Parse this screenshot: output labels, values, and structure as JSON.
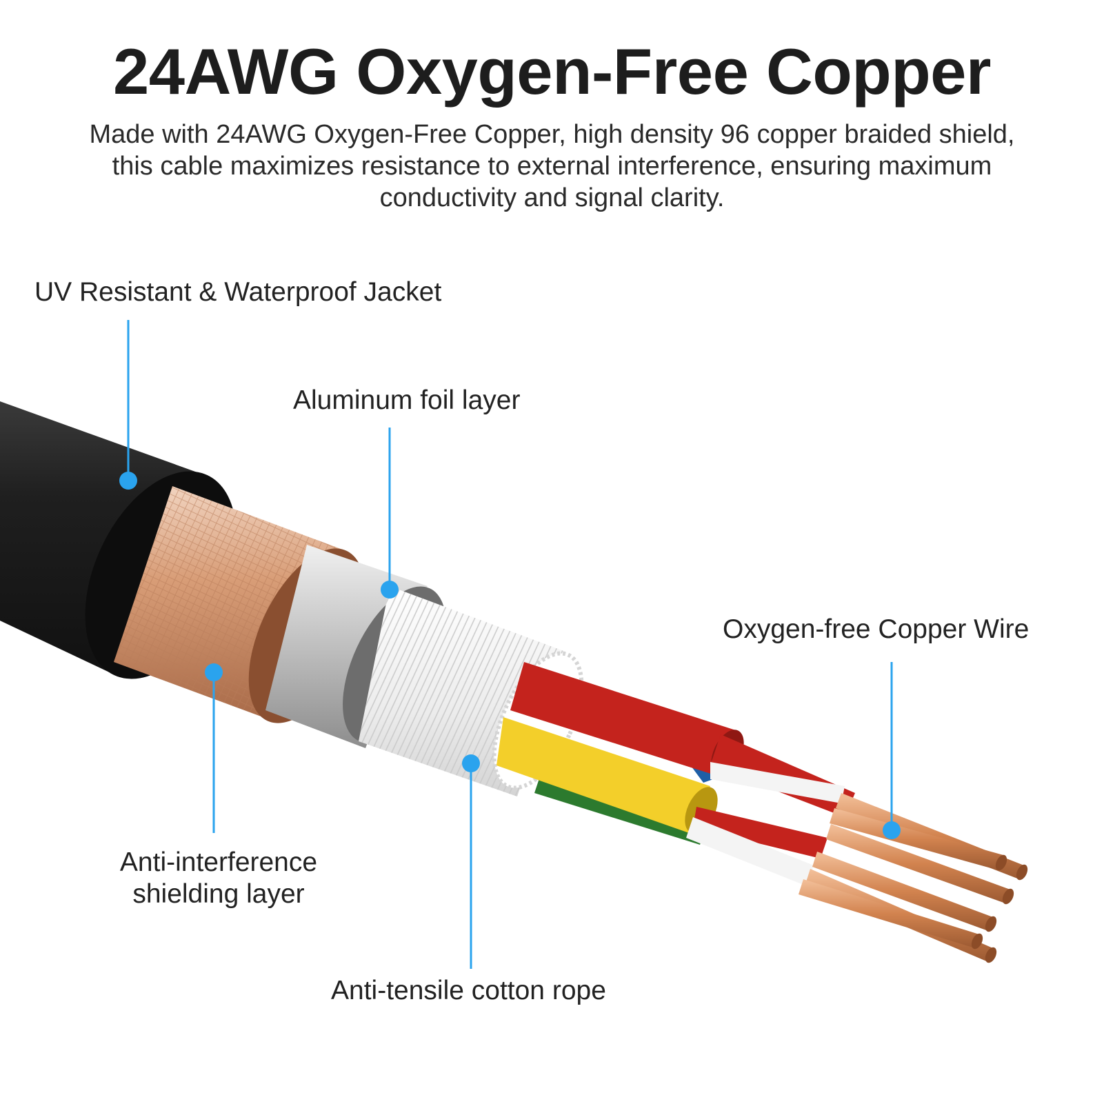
{
  "title": "24AWG Oxygen-Free Copper",
  "subtitle": "Made with 24AWG Oxygen-Free Copper, high density 96 copper braided shield, this cable maximizes resistance to external interference, ensuring maximum conductivity and signal clarity.",
  "labels": {
    "jacket": "UV Resistant & Waterproof Jacket",
    "foil": "Aluminum foil layer",
    "copper_wire": "Oxygen-free Copper Wire",
    "shield_line1": "Anti-interference",
    "shield_line2": "shielding layer",
    "rope": "Anti-tensile cotton rope"
  },
  "colors": {
    "callout": "#2aa3ee",
    "jacket": "#1e1e1e",
    "braid": "#d7a07e",
    "foil": "#b9b9b9",
    "rope": "#f2f2f2",
    "wire_red": "#c4231d",
    "wire_yellow": "#f3cf2a",
    "wire_green": "#2c7a2e",
    "wire_blue": "#1f5fa6",
    "copper": "#d58a55"
  }
}
